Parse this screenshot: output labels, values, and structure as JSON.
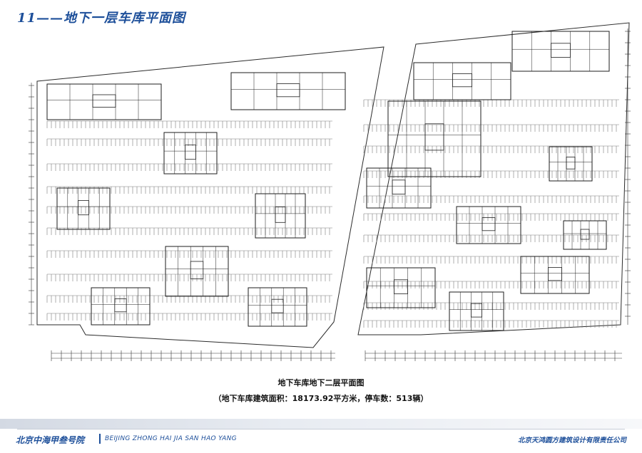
{
  "header": {
    "title": "11——地下一层车库平面图"
  },
  "drawing": {
    "caption_title": "地下车库地下二层平面图",
    "caption_detail": "（地下车库建筑面积：18173.92平方米，停车数：513辆）"
  },
  "footer": {
    "project_cn": "北京中海甲叁号院",
    "project_en": "BEIJING ZHONG HAI JIA SAN HAO YANG",
    "company": "北京天鸿圆方建筑设计有限责任公司"
  },
  "colors": {
    "accent": "#1d4f9a",
    "line": "#2b2b2b"
  }
}
